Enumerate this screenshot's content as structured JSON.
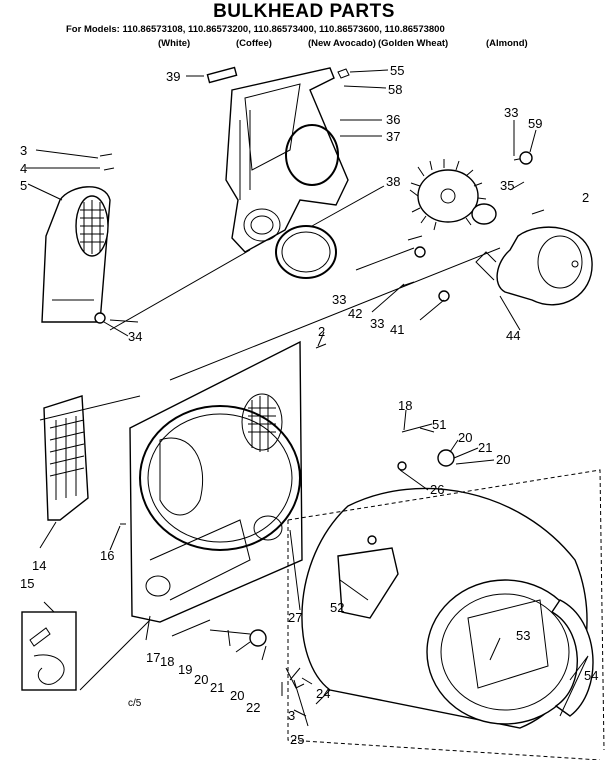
{
  "header": {
    "title": "BULKHEAD PARTS",
    "models_line": "For Models: 110.86573108, 110.86573200, 110.86573400, 110.86573600, 110.86573800",
    "colors": [
      "(White)",
      "(Coffee)",
      "(New Avocado)",
      "(Golden Wheat)",
      "(Almond)"
    ]
  },
  "callouts": [
    "39",
    "55",
    "58",
    "36",
    "37",
    "33",
    "59",
    "3",
    "4",
    "5",
    "38",
    "35",
    "2",
    "33",
    "42",
    "33",
    "41",
    "44",
    "34",
    "2",
    "18",
    "51",
    "20",
    "21",
    "20",
    "26",
    "14",
    "16",
    "15",
    "52",
    "27",
    "53",
    "17",
    "18",
    "19",
    "20",
    "21",
    "20",
    "22",
    "24",
    "3",
    "25",
    "54",
    "c/5"
  ],
  "footer_code": "c/5"
}
